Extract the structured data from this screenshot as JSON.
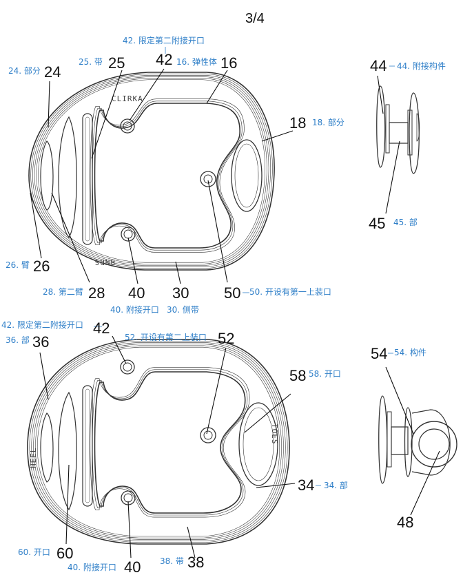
{
  "page": {
    "number": "3/4"
  },
  "figure_top": {
    "labels": [
      {
        "id": "n42",
        "num": "42",
        "ann": "42. 限定第二附接开口"
      },
      {
        "id": "n24",
        "num": "24",
        "ann": "24. 部分"
      },
      {
        "id": "n25",
        "num": "25",
        "ann": "25. 带"
      },
      {
        "id": "n16",
        "num": "16",
        "ann": "16. 弹性体"
      },
      {
        "id": "n18",
        "num": "18",
        "ann": "18. 部分"
      },
      {
        "id": "n26",
        "num": "26",
        "ann": "26. 臂"
      },
      {
        "id": "n28",
        "num": "28",
        "ann": "28. 第二臂"
      },
      {
        "id": "n40",
        "num": "40",
        "ann": "40. 附接开口"
      },
      {
        "id": "n30",
        "num": "30",
        "ann": "30. 侧带"
      },
      {
        "id": "n50",
        "num": "50",
        "ann": "50. 开设有第一上装口"
      }
    ],
    "embossed": {
      "top": "CLIRKA",
      "bottom": "BNDS"
    }
  },
  "figure_side_top": {
    "labels": [
      {
        "id": "n44",
        "num": "44",
        "ann": "44. 附接构件"
      },
      {
        "id": "n45",
        "num": "45",
        "ann": "45. 部"
      }
    ]
  },
  "figure_bottom": {
    "labels": [
      {
        "id": "b42",
        "num": "42",
        "ann": "42. 限定第二附接开口"
      },
      {
        "id": "b36",
        "num": "36",
        "ann": "36. 部"
      },
      {
        "id": "b52",
        "num": "52",
        "ann": "52. 开设有第二上装口"
      },
      {
        "id": "b58",
        "num": "58",
        "ann": "58. 开口"
      },
      {
        "id": "b34",
        "num": "34",
        "ann": "34. 部"
      },
      {
        "id": "b60",
        "num": "60",
        "ann": "60. 开口"
      },
      {
        "id": "b40",
        "num": "40",
        "ann": "40. 附接开口"
      },
      {
        "id": "b38",
        "num": "38",
        "ann": "38. 带"
      }
    ],
    "embossed": {
      "left": "HEEL",
      "right": "TOES"
    }
  },
  "figure_side_bottom": {
    "labels": [
      {
        "id": "n54",
        "num": "54",
        "ann": "54. 构件"
      },
      {
        "id": "n48",
        "num": "48",
        "ann": ""
      }
    ]
  }
}
